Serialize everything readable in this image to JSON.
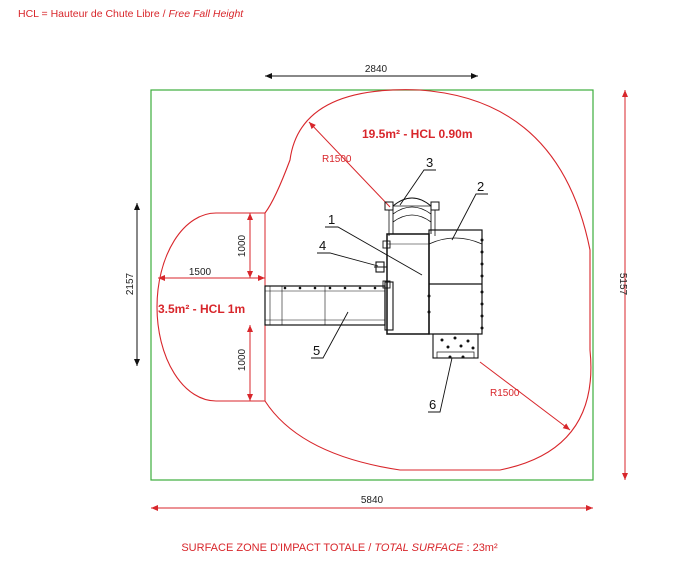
{
  "header": {
    "prefix": "HCL = Hauteur de Chute Libre",
    "separator": " / ",
    "italic": "Free Fall Height"
  },
  "dimensions": {
    "top_width": "2840",
    "total_width": "5840",
    "left_height": "2157",
    "right_height": "5157",
    "left_radius": "1500",
    "left_upper_height": "1000",
    "left_lower_height": "1000",
    "upper_radius": "R1500",
    "lower_radius": "R1500"
  },
  "zones": {
    "large": "19.5m² - HCL 0.90m",
    "small": "3.5m² - HCL 1m"
  },
  "callouts": [
    "1",
    "2",
    "3",
    "4",
    "5",
    "6"
  ],
  "footer": {
    "prefix": "SURFACE ZONE D'IMPACT TOTALE",
    "separator": " / ",
    "italic": "TOTAL SURFACE",
    "suffix": " : 23m²"
  },
  "colors": {
    "boundary": "#3cae3c",
    "impact": "#d8262b",
    "structure": "#111111"
  }
}
